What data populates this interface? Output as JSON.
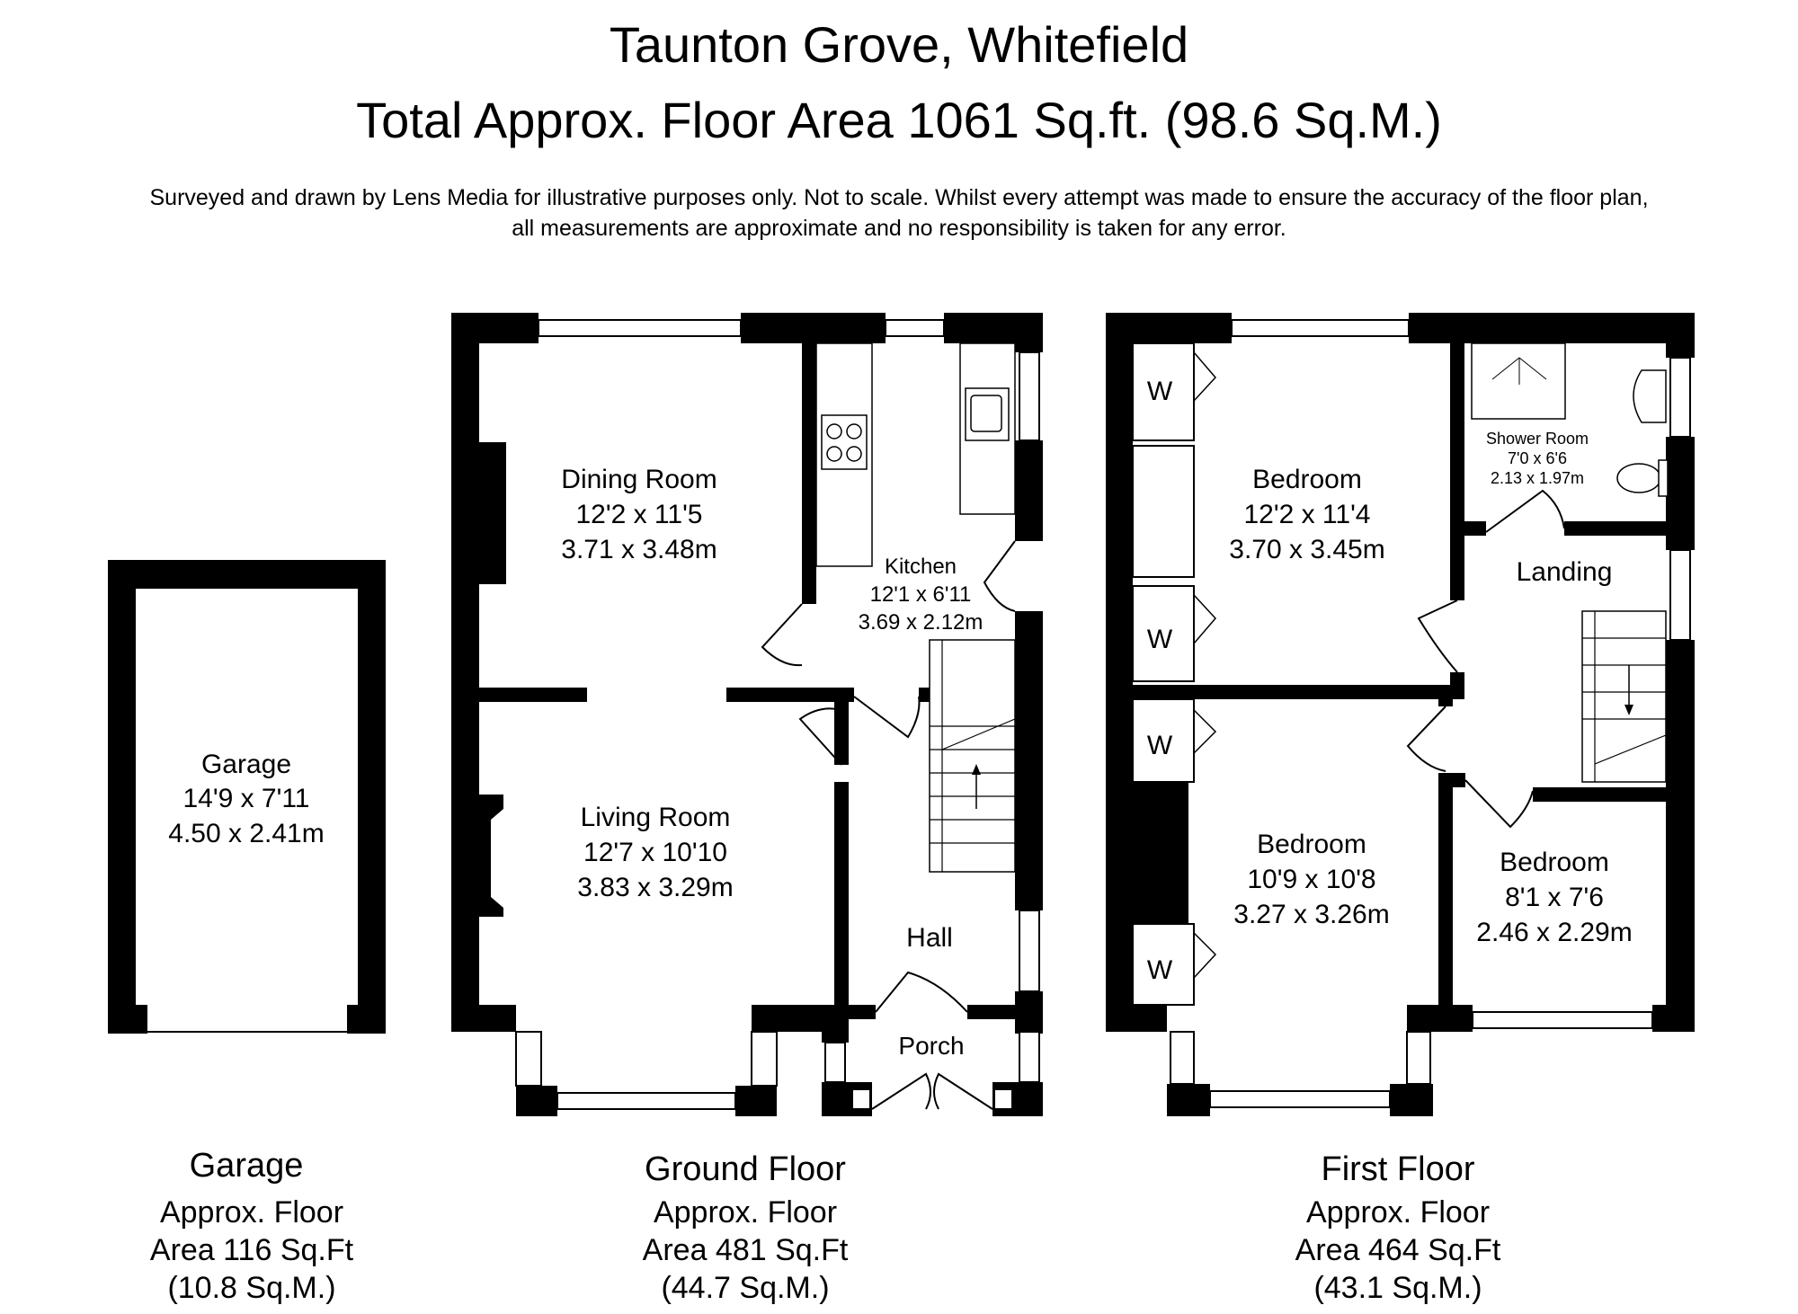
{
  "header": {
    "title": "Taunton Grove, Whitefield",
    "subtitle": "Total Approx. Floor Area 1061 Sq.ft. (98.6 Sq.M.)",
    "disclaimer_line1": "Surveyed and drawn by Lens Media for illustrative purposes only. Not to scale. Whilst every attempt was made to ensure the accuracy of the floor plan,",
    "disclaimer_line2": "all measurements are approximate and no responsibility is taken for any error."
  },
  "rooms": {
    "garage": {
      "name": "Garage",
      "imperial": "14'9 x 7'11",
      "metric": "4.50 x 2.41m"
    },
    "dining": {
      "name": "Dining Room",
      "imperial": "12'2 x 11'5",
      "metric": "3.71 x 3.48m"
    },
    "kitchen": {
      "name": "Kitchen",
      "imperial": "12'1 x 6'11",
      "metric": "3.69 x 2.12m"
    },
    "living": {
      "name": "Living Room",
      "imperial": "12'7 x 10'10",
      "metric": "3.83 x 3.29m"
    },
    "hall": {
      "name": "Hall"
    },
    "porch": {
      "name": "Porch"
    },
    "bedroom1": {
      "name": "Bedroom",
      "imperial": "12'2 x 11'4",
      "metric": "3.70 x 3.45m"
    },
    "shower": {
      "name": "Shower Room",
      "imperial": "7'0 x 6'6",
      "metric": "2.13 x 1.97m"
    },
    "landing": {
      "name": "Landing"
    },
    "bedroom2": {
      "name": "Bedroom",
      "imperial": "10'9 x 10'8",
      "metric": "3.27 x 3.26m"
    },
    "bedroom3": {
      "name": "Bedroom",
      "imperial": "8'1 x 7'6",
      "metric": "2.46 x 2.29m"
    },
    "wardrobe_label": "W"
  },
  "floors": {
    "garage": {
      "name": "Garage",
      "line1": "Approx. Floor",
      "line2": "Area 116 Sq.Ft",
      "line3": "(10.8 Sq.M.)"
    },
    "ground": {
      "name": "Ground Floor",
      "line1": "Approx. Floor",
      "line2": "Area 481 Sq.Ft",
      "line3": "(44.7 Sq.M.)"
    },
    "first": {
      "name": "First Floor",
      "line1": "Approx. Floor",
      "line2": "Area 464 Sq.Ft",
      "line3": "(43.1 Sq.M.)"
    }
  }
}
